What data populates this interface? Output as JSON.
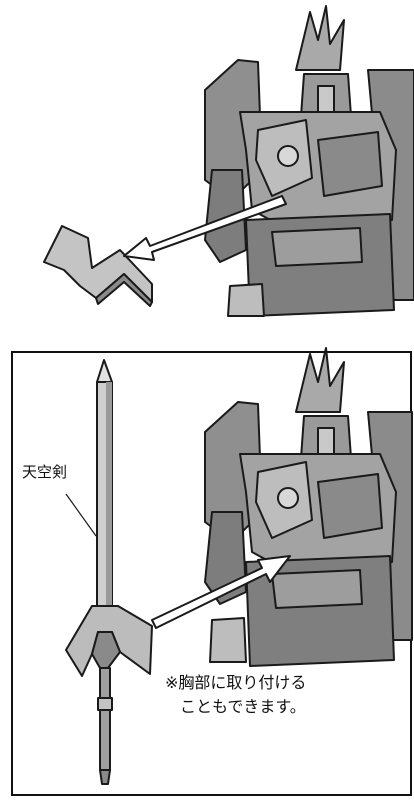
{
  "labels": {
    "sword": "天空剣",
    "note_line1": "※胸部に取り付ける",
    "note_line2": "こともできます。"
  },
  "colors": {
    "robot_body": "#8f8f8f",
    "robot_highlight": "#cfcfcf",
    "robot_shadow": "#5b5b5b",
    "outline": "#1a1a1a",
    "arrow": "#ffffff"
  }
}
